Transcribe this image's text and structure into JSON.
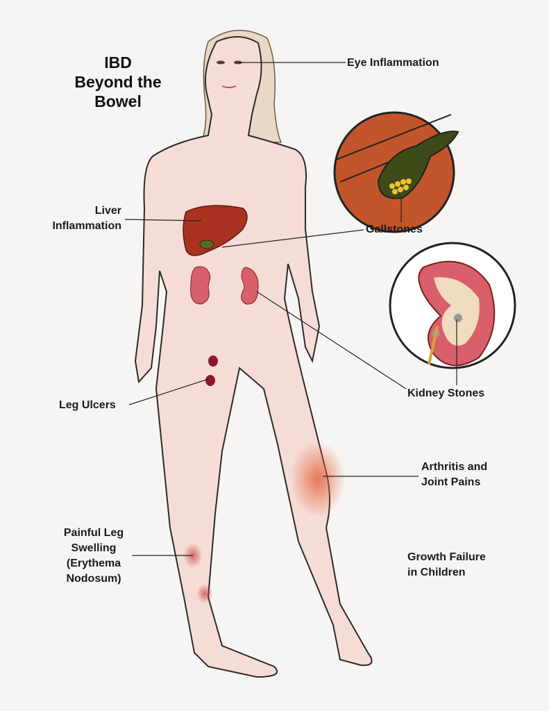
{
  "title": {
    "line1": "IBD",
    "line2": "Beyond the",
    "line3": "Bowel"
  },
  "labels": {
    "eye": "Eye Inflammation",
    "liver": {
      "line1": "Liver",
      "line2": "Inflammation"
    },
    "gallstones": "Gallstones",
    "kidney": "Kidney Stones",
    "leg_ulcers": "Leg Ulcers",
    "arthritis": {
      "line1": "Arthritis and",
      "line2": "Joint Pains"
    },
    "erythema": {
      "line1": "Painful Leg",
      "line2": "Swelling",
      "line3": "(Erythema",
      "line4": "Nodosum)"
    },
    "growth": {
      "line1": "Growth Failure",
      "line2": "in Children"
    }
  },
  "colors": {
    "skin": "#f6dcd6",
    "outline": "#2a2a2a",
    "liver": "#a8321f",
    "kidney": "#d9606a",
    "inflammation": "#e0603a"
  }
}
